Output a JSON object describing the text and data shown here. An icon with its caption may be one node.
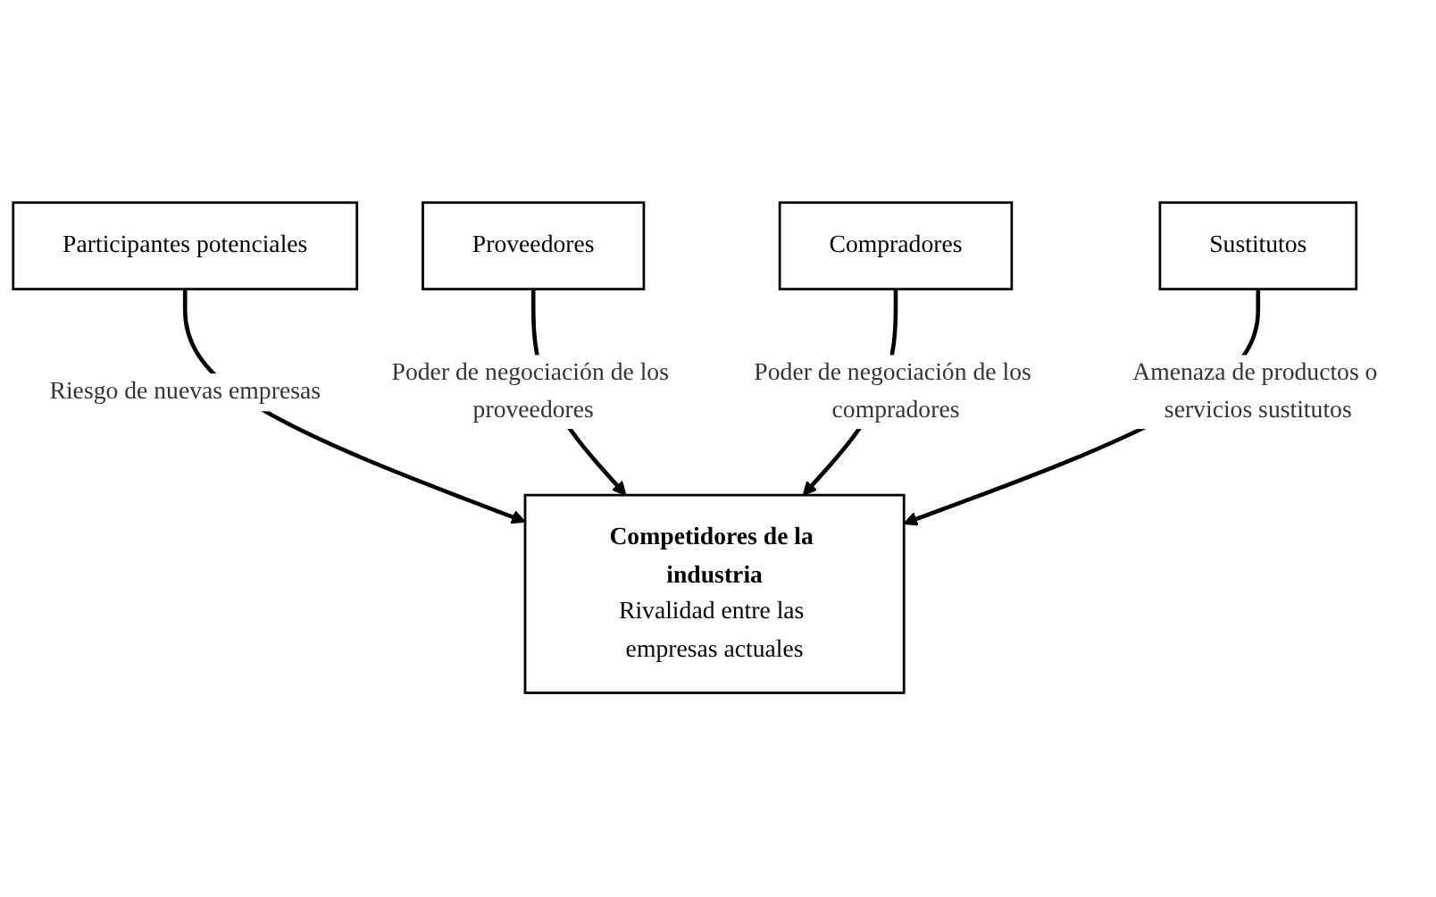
{
  "diagram": {
    "nodes": [
      {
        "text": [
          "Participantes potenciales"
        ]
      },
      {
        "text": [
          "Proveedores"
        ]
      },
      {
        "text": [
          "Competidores de la industria",
          "Rivalidad entre las empresas actuales"
        ]
      },
      {
        "text": [
          "Compradores"
        ]
      },
      {
        "text": [
          "Sustitutos"
        ]
      }
    ],
    "edges": [
      {
        "from": 0,
        "to": 2,
        "arrow": "to",
        "label": "Riesgo de nuevas empresas"
      },
      {
        "from": 1,
        "to": 2,
        "arrow": "to",
        "label": "Poder de negociación de los proveedores"
      },
      {
        "from": 3,
        "to": 2,
        "arrow": "to",
        "label": "Poder de negociación de los compradores"
      },
      {
        "from": 4,
        "to": 2,
        "arrow": "to",
        "label": "Amenaza de productos o servicios sustitutos"
      }
    ]
  }
}
